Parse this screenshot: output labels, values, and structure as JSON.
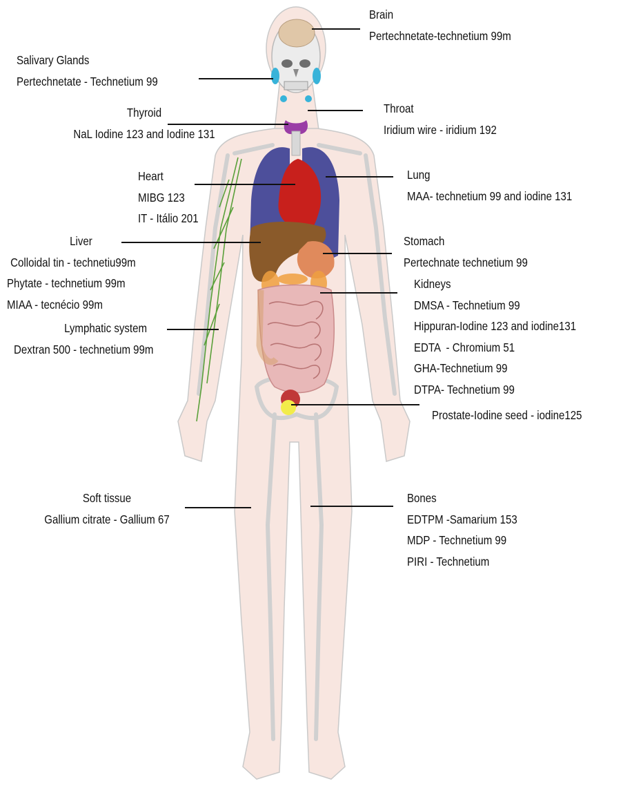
{
  "labels": {
    "brain": {
      "organ": "Brain",
      "agents": [
        "Pertechnetate-technetium 99m"
      ]
    },
    "salivary": {
      "organ": "Salivary Glands",
      "agents": [
        "Pertechnetate - Technetium 99"
      ]
    },
    "thyroid": {
      "organ": "Thyroid",
      "agents": [
        "NaL Iodine 123 and Iodine 131"
      ]
    },
    "throat": {
      "organ": "Throat",
      "agents": [
        "Iridium wire - iridium 192"
      ]
    },
    "heart": {
      "organ": "Heart",
      "agents": [
        "MIBG 123",
        "IT - Itálio 201"
      ]
    },
    "lung": {
      "organ": "Lung",
      "agents": [
        "MAA- technetium 99 and iodine 131"
      ]
    },
    "liver": {
      "organ": "Liver",
      "agents": [
        "Colloidal tin - technetiu99m",
        "Phytate - technetium 99m",
        "MIAA - tecnécio 99m"
      ]
    },
    "stomach": {
      "organ": "Stomach",
      "agents": [
        "Pertechnate technetium 99"
      ]
    },
    "kidneys": {
      "organ": "Kidneys",
      "agents": [
        "DMSA - Technetium 99",
        "Hippuran-Iodine 123 and iodine131",
        "EDTA  - Chromium 51",
        "GHA-Technetium 99",
        "DTPA- Technetium 99"
      ]
    },
    "lymphatic": {
      "organ": "Lymphatic system",
      "agents": [
        "Dextran 500 - technetium 99m"
      ]
    },
    "prostate": {
      "organ": "Prostate-Iodine seed - iodine125",
      "agents": []
    },
    "soft_tissue": {
      "organ": "Soft tissue",
      "agents": [
        "Gallium citrate - Gallium 67"
      ]
    },
    "bones": {
      "organ": "Bones",
      "agents": [
        "EDTPM -Samarium 153",
        "MDP - Technetium 99",
        "PIRI - Technetium"
      ]
    }
  },
  "colors": {
    "skin": "#f8e6e0",
    "bone": "#e3e3e3",
    "lung": "#4d4f9b",
    "heart": "#c8201c",
    "liver": "#8a5a2a",
    "stomach": "#e08a5c",
    "intestine": "#e8b8b8",
    "thyroid": "#9a3da6",
    "salivary": "#38b3d9",
    "lymph": "#5aa03a",
    "bladder": "#f2ec4a",
    "pointer": "#111111"
  }
}
